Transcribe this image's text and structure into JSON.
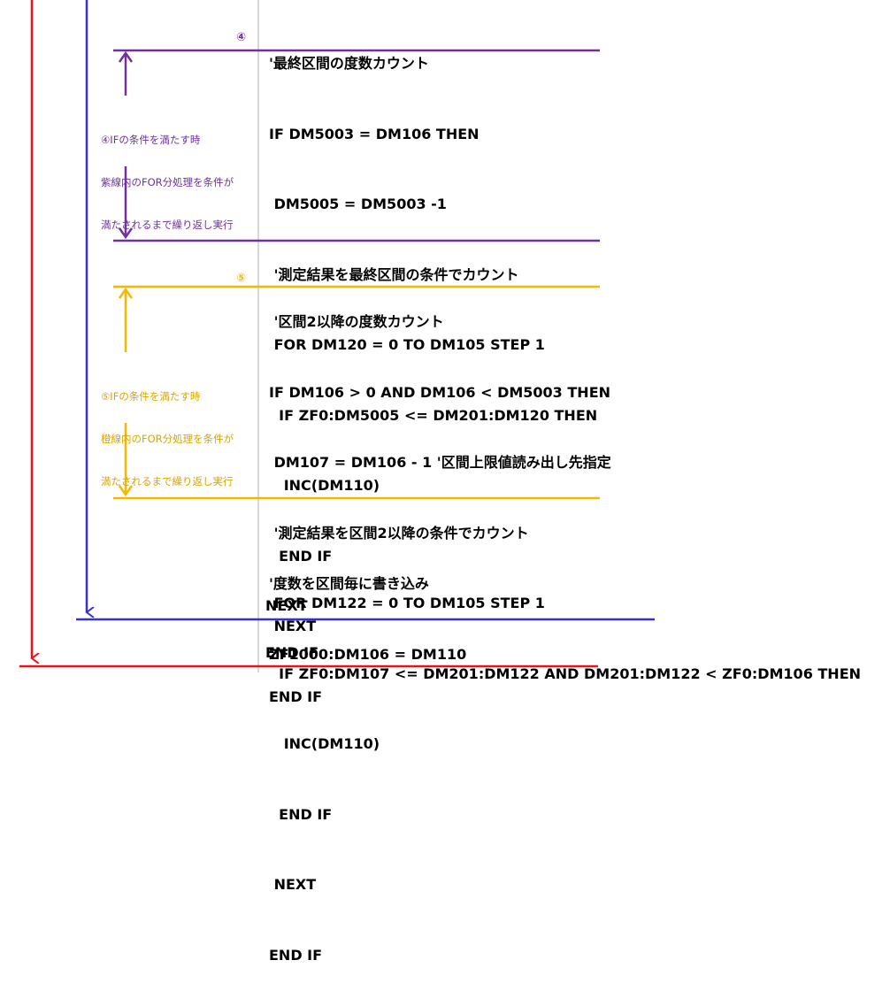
{
  "colors": {
    "red": "#e8131a",
    "blue": "#3232d8",
    "purple": "#7030a0",
    "gold": "#f5b800",
    "divider": "#b0b0b0",
    "text": "#000000"
  },
  "section4": {
    "marker": "④",
    "note_lines": [
      "④IFの条件を満たす時",
      "紫線内のFOR分処理を条件が",
      "満たされるまで繰り返し実行"
    ],
    "lines": [
      "'最終区間の度数カウント",
      "IF DM5003 = DM106 THEN",
      " DM5005 = DM5003 -1",
      " '測定結果を最終区間の条件でカウント",
      " FOR DM120 = 0 TO DM105 STEP 1",
      "  IF ZF0:DM5005 <= DM201:DM120 THEN",
      "   INC(DM110)",
      "  END IF",
      " NEXT",
      "END IF"
    ]
  },
  "section5": {
    "marker": "⑤",
    "note_lines": [
      "⑤IFの条件を満たす時",
      "橙線内のFOR分処理を条件が",
      "満たされるまで繰り返し実行"
    ],
    "lines": [
      " '区間2以降の度数カウント",
      "IF DM106 > 0 AND DM106 < DM5003 THEN",
      " DM107 = DM106 - 1 '区間上限値読み出し先指定",
      " '測定結果を区間2以降の条件でカウント",
      " FOR DM122 = 0 TO DM105 STEP 1",
      "  IF ZF0:DM107 <= DM201:DM122 AND DM201:DM122 < ZF0:DM106 THEN",
      "   INC(DM110)",
      "  END IF",
      " NEXT",
      "END IF"
    ]
  },
  "section_write": {
    "lines": [
      "'度数を区間毎に書き込み",
      "ZF1000:DM106 = DM110"
    ]
  },
  "loop_end": "NEXT",
  "if_end": "END IF"
}
